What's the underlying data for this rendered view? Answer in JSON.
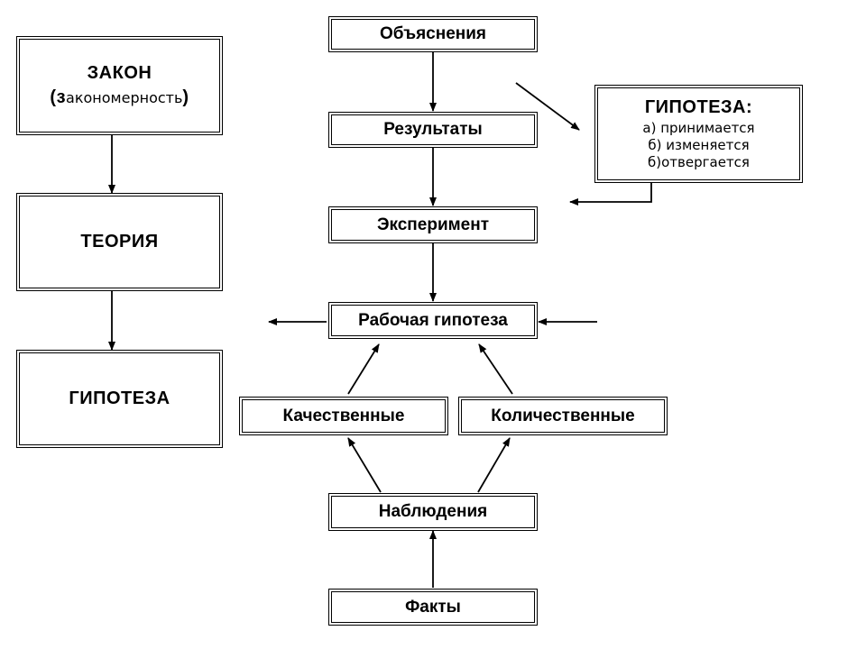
{
  "left_column": {
    "law_title": "ЗАКОН",
    "law_paren_open": "(",
    "law_paren_z": "з",
    "law_subtitle_rest": "акономерность",
    "law_paren_close": ")",
    "theory": "ТЕОРИЯ",
    "hypothesis": "ГИПОТЕЗА"
  },
  "center_column": {
    "explanations": "Объяснения",
    "results": "Результаты",
    "experiment": "Эксперимент",
    "working_hypothesis": "Рабочая гипотеза",
    "qualitative": "Качественные",
    "quantitative": "Количественные",
    "observations": "Наблюдения",
    "facts": "Факты"
  },
  "hypothesis_box": {
    "title": "ГИПОТЕЗА:",
    "items": [
      "а) принимается",
      "б) изменяется",
      "б)отвергается"
    ]
  }
}
